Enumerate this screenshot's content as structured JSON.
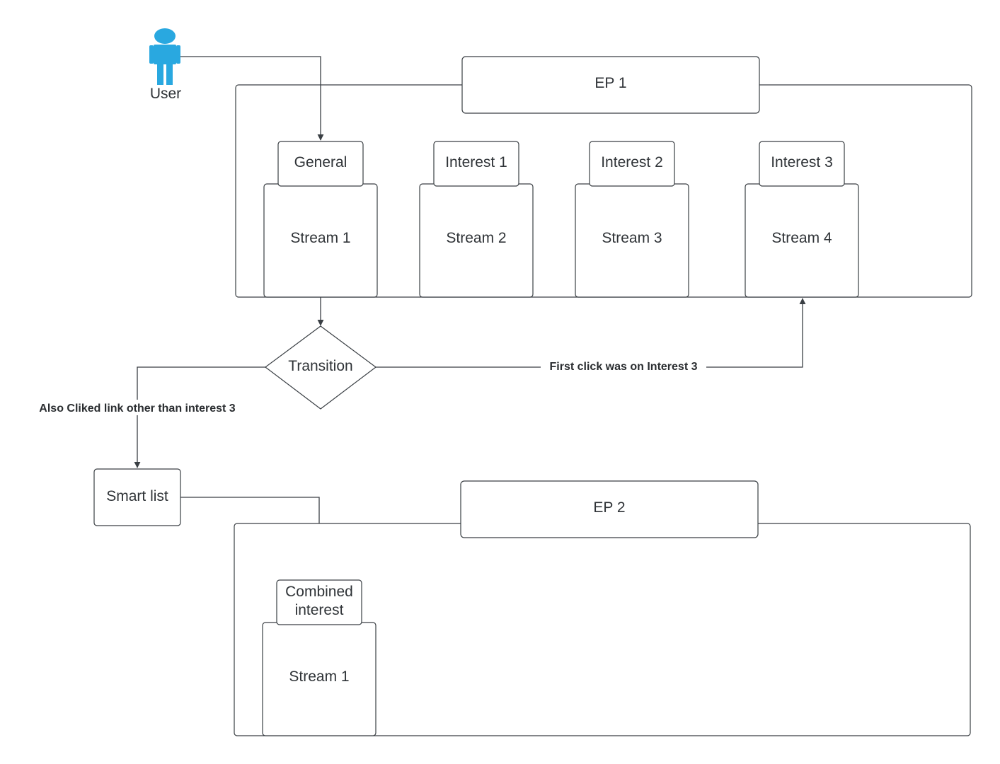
{
  "diagram": {
    "user": {
      "label": "User",
      "color": "#29a8e0"
    },
    "ep1": {
      "title": "EP 1",
      "columns": [
        {
          "tab": "General",
          "stream": "Stream 1"
        },
        {
          "tab": "Interest 1",
          "stream": "Stream 2"
        },
        {
          "tab": "Interest 2",
          "stream": "Stream 3"
        },
        {
          "tab": "Interest 3",
          "stream": "Stream 4"
        }
      ]
    },
    "transition": {
      "label": "Transition"
    },
    "edges": {
      "first_click": "First click was on Interest 3",
      "also_clicked": "Also Cliked link other than interest 3"
    },
    "smart_list": {
      "label": "Smart list"
    },
    "ep2": {
      "title": "EP 2",
      "column": {
        "tab_line1": "Combined",
        "tab_line2": "interest",
        "stream": "Stream 1"
      }
    },
    "colors": {
      "stroke": "#3a3f44",
      "text": "#2f3337"
    }
  }
}
